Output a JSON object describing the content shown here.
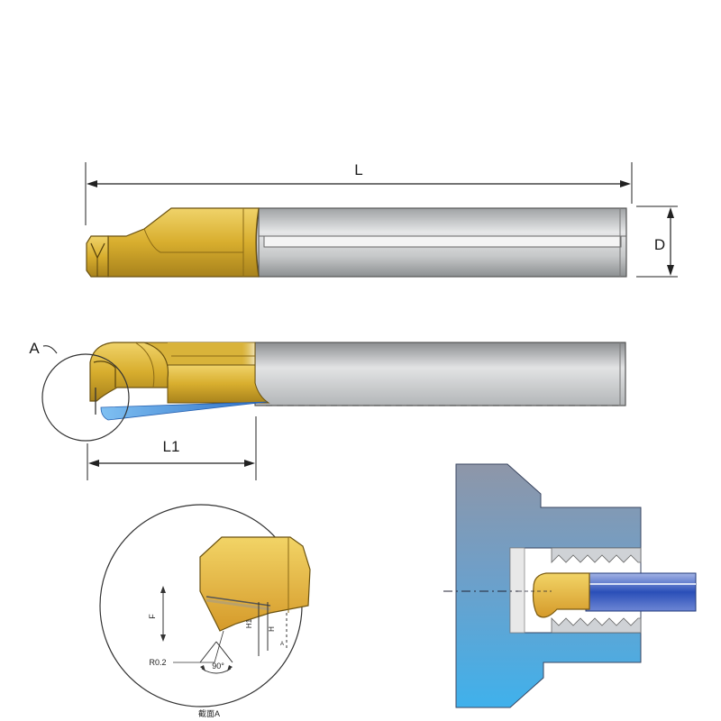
{
  "labels": {
    "length_total": "L",
    "diameter": "D",
    "detail_ref": "A",
    "length_cut": "L1",
    "radius": "R0.2",
    "angle": "90°",
    "f_dim": "F",
    "h1_dim": "H1",
    "h_dim": "H",
    "a_mark": "A",
    "detail_caption": "截面A"
  },
  "colors": {
    "carbide_gold": "#d9b33a",
    "gold_dark": "#a8821c",
    "shank_grey": "#c8cacb",
    "shank_dark": "#8c8f91",
    "coolant_blue": "#3e8fd8",
    "workpiece_top": "#8e96a8",
    "workpiece_bottom": "#3fb1ec",
    "bar_blue": "#2a4fb8"
  }
}
